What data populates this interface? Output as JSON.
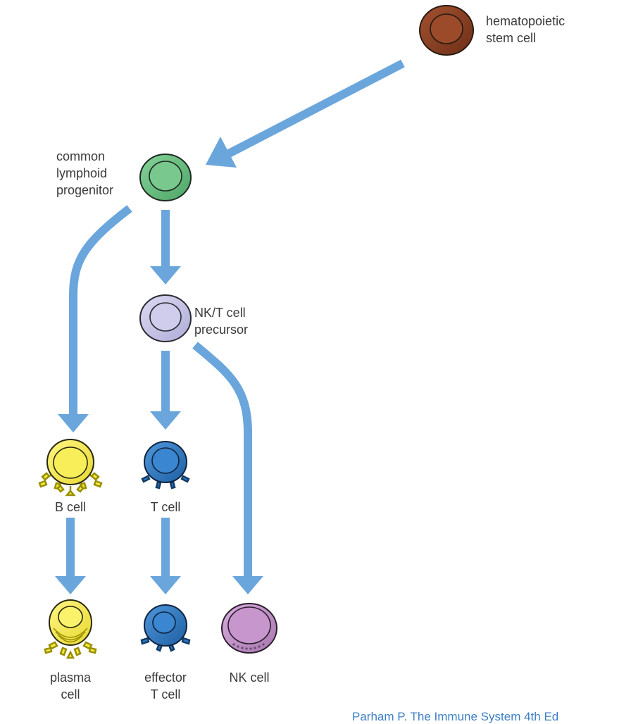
{
  "diagram": {
    "title": "",
    "colors": {
      "arrow": "#6aa6dc",
      "stem": "#8a3e22",
      "lymphoid": "#6cbf82",
      "nkt": "#c8c6e6",
      "bcell": "#f3ea45",
      "tcell": "#2e77c0",
      "nkcell": "#c08ec6"
    },
    "nodes": {
      "hsc": {
        "label": "hematopoietic\nstem cell",
        "icon": "hematopoietic-stem-cell-icon"
      },
      "clp": {
        "label": "common\nlymphoid\nprogenitor",
        "icon": "common-lymphoid-progenitor-icon"
      },
      "nkt": {
        "label": "NK/T cell\nprecursor",
        "icon": "nk-t-cell-precursor-icon"
      },
      "bcell": {
        "label": "B cell",
        "icon": "b-cell-icon"
      },
      "tcell": {
        "label": "T cell",
        "icon": "t-cell-icon"
      },
      "plasma": {
        "label": "plasma\ncell",
        "icon": "plasma-cell-icon"
      },
      "effector": {
        "label": "effector\nT cell",
        "icon": "effector-t-cell-icon"
      },
      "nkcell": {
        "label": "NK cell",
        "icon": "nk-cell-icon"
      }
    },
    "edges": [
      {
        "from": "hsc",
        "to": "clp"
      },
      {
        "from": "clp",
        "to": "bcell"
      },
      {
        "from": "clp",
        "to": "nkt"
      },
      {
        "from": "nkt",
        "to": "tcell"
      },
      {
        "from": "nkt",
        "to": "nkcell"
      },
      {
        "from": "bcell",
        "to": "plasma"
      },
      {
        "from": "tcell",
        "to": "effector"
      }
    ],
    "credit": "Parham P. The Immune System 4th Ed"
  }
}
